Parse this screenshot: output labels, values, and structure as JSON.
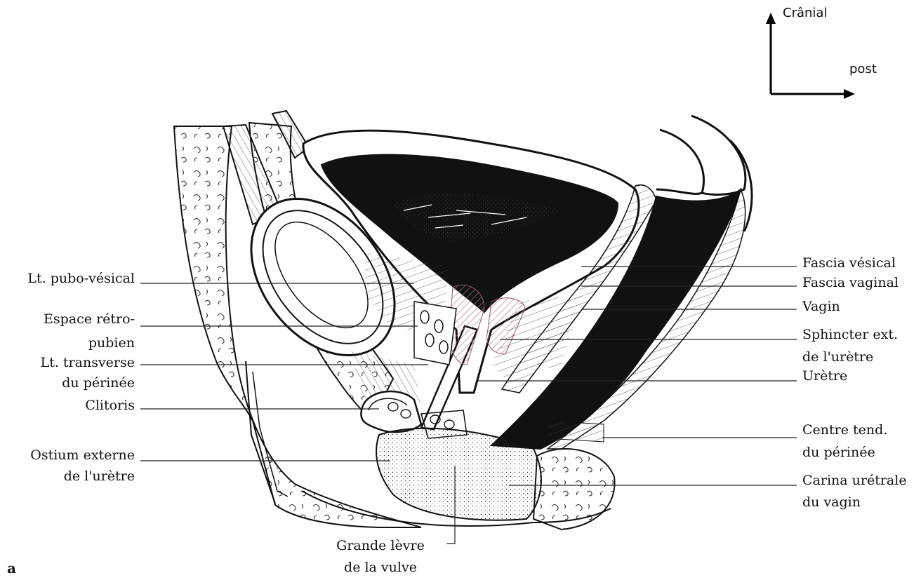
{
  "orientation": {
    "cranial": "Crânial",
    "posterior": "post"
  },
  "figure_letter": "a",
  "labels_left": {
    "pubovesical": "Lt. pubo-vésical",
    "retropubic_1": "Espace rétro-",
    "retropubic_2": "pubien",
    "transverse_1": "Lt. transverse",
    "transverse_2": "du périnée",
    "clitoris": "Clitoris",
    "ostium_1": "Ostium externe",
    "ostium_2": "de l'urètre"
  },
  "labels_right": {
    "fascia_vesical": "Fascia vésical",
    "fascia_vaginal": "Fascia vaginal",
    "vagin": "Vagin",
    "sphincter_1": "Sphincter ext.",
    "sphincter_2": "de l'urètre",
    "uretre": "Urètre",
    "centre_1": "Centre tend.",
    "centre_2": "du périnée",
    "carina_1": "Carina urétrale",
    "carina_2": "du vagin"
  },
  "labels_bottom": {
    "grande_1": "Grande lèvre",
    "grande_2": "de la vulve"
  }
}
